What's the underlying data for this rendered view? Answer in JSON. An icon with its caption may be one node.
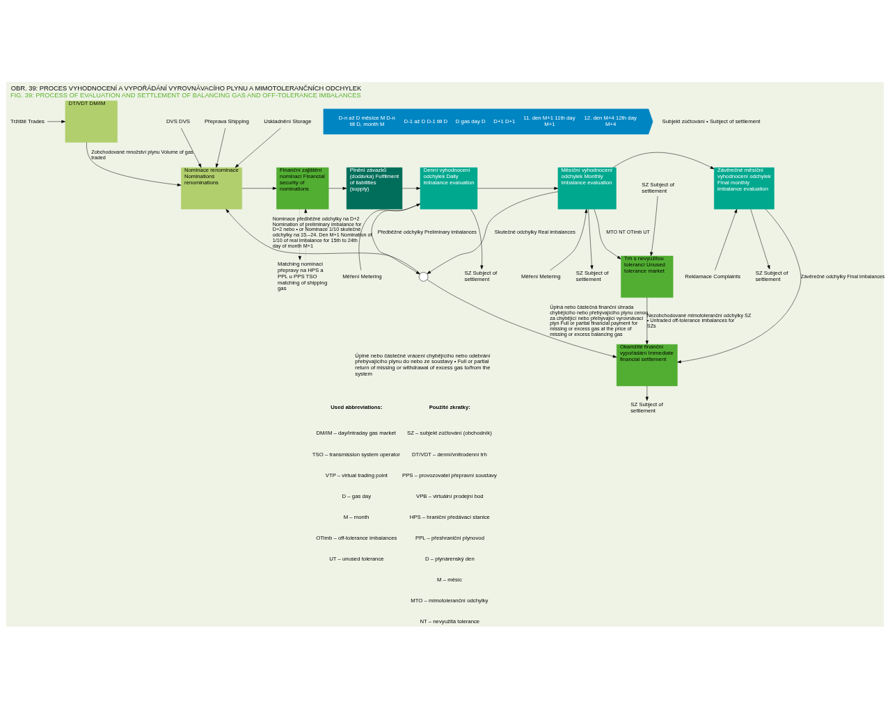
{
  "diagram": {
    "title": "OBR. 39: PROCES VYHODNOCENÍ A VYPOŘÁDÁNÍ VYROVNÁVACÍHO PLYNU A MIMOTOLERANČNÍCH ODCHYLEK",
    "caption": "FIG. 39: PROCESS OF EVALUATION AND SETTLEMENT OF BALANCING GAS AND OFF-TOLERANCE IMBALANCES",
    "nodes": [
      {
        "text": [
          "Tržiště Trades"
        ]
      },
      {
        "text": [
          "DT/VDT DM/IM"
        ]
      },
      {
        "text": [
          "Matching nominací přepravy na HPS a PPL u PPS TSO matching of shipping gas"
        ]
      },
      {
        "text": [
          "Měření Metering"
        ]
      },
      {
        "text": [
          "SZ Subject of settlement"
        ]
      },
      {
        "text": [
          "Měření Metering"
        ]
      },
      {
        "text": [
          "SZ Subject of settlement"
        ]
      },
      {
        "text": [
          "Reklamace Complaints"
        ]
      },
      {
        "text": [
          "SZ Subject of settlement"
        ]
      },
      {
        "text": [
          "D-n až D měsíce M D-n till D, month M",
          "D-1 až D D-1 till D",
          "D gas day D",
          "D+1 D+1",
          "11. den M+1 11th day M+1",
          "12. den M+4 12th day M+4"
        ]
      },
      {
        "text": [
          "DVS DVS"
        ]
      },
      {
        "text": [
          "Přeprava Shipping"
        ]
      },
      {
        "text": [
          "Uskladnění Storage"
        ]
      },
      {
        "text": [
          "Nominace renominace Nominations renominations"
        ]
      },
      {
        "text": [
          "Finanční zajištění nominací Financial security of nominations"
        ]
      },
      {
        "text": [
          "Plnění závazků (dodávka) Fulfilment of liabilities (supply)"
        ]
      },
      {
        "text": [
          "Denní vyhodnocení odchylek Daily imbalance evaluation"
        ]
      },
      {
        "text": [
          "Měsíční vyhodnocení odchylek Monthly imbalance evaluation"
        ]
      },
      {
        "text": [
          "Závěrečné měsíční vyhodnocení odchylek Final monthly imbalance evaluation"
        ]
      },
      {
        "text": [],
        "shape": "circle"
      },
      {
        "text": [
          "Trh s nevyužitou tolerancí Unused tolerance market"
        ]
      },
      {
        "text": [
          "SZ Subject of settlement"
        ]
      },
      {
        "text": [
          "Okamžité finanční vypořádání Immediate financial settlement"
        ]
      },
      {
        "text": [
          "SZ Subject of settlement"
        ]
      }
    ],
    "edges": [
      {
        "from": 0,
        "to": 1,
        "arrow": "to"
      },
      {
        "from": 1,
        "to": 13,
        "arrow": "to",
        "label": "Zobchodované množství plynu Volume of gas traded"
      },
      {
        "from": 14,
        "to": 2,
        "arrow": "to",
        "style": "dashed"
      },
      {
        "from": 2,
        "to": 14,
        "arrow": "to",
        "style": "dashed"
      },
      {
        "from": 3,
        "to": 16,
        "arrow": "to"
      },
      {
        "from": 16,
        "to": 4,
        "arrow": "to"
      },
      {
        "from": 5,
        "to": 17,
        "arrow": "to"
      },
      {
        "from": 17,
        "to": 6,
        "arrow": "to"
      },
      {
        "from": 7,
        "to": 18,
        "arrow": "to"
      },
      {
        "from": 18,
        "to": 8,
        "arrow": "to"
      },
      {
        "from": 10,
        "to": 13,
        "arrow": "to"
      },
      {
        "from": 11,
        "to": 13,
        "arrow": "to"
      },
      {
        "from": 12,
        "to": 13,
        "arrow": "to"
      },
      {
        "from": 13,
        "to": 14,
        "arrow": "to"
      },
      {
        "from": 14,
        "to": 15,
        "arrow": "to"
      },
      {
        "from": 15,
        "to": 16,
        "arrow": "to"
      },
      {
        "from": 16,
        "to": 17,
        "arrow": "to"
      },
      {
        "from": 17,
        "to": 18,
        "arrow": "to"
      },
      {
        "from": 16,
        "to": 19,
        "arrow": "to",
        "label": "Předběžné odchylky Preliminary imbalances"
      },
      {
        "from": 17,
        "to": 19,
        "arrow": "to",
        "label": "Skutečné odchylky Real imbalances"
      },
      {
        "from": 19,
        "to": 13,
        "arrow": "to",
        "label": "Nominace předběžné odchylky na D+2 Nomination of preliminary imbalance for D+2 nebo • or Nominace 1/10 skutečné odchylky na 15.–24. Den M+1 Nomination of 1/10 of real imbalance for 15th to 24th day of month M+1"
      },
      {
        "from": 17,
        "to": 20,
        "arrow": "to",
        "label": "MTO NT OTimb UT"
      },
      {
        "from": 21,
        "to": 20,
        "arrow": "to"
      },
      {
        "from": 20,
        "to": 22,
        "arrow": "to",
        "label": "Nezobchodované mimotoleranční odchylky SZ • Untraded off-tolerance imbalances for SZs"
      },
      {
        "from": 18,
        "to": 22,
        "arrow": "to",
        "label": "Závěrečné odchylky Final imbalances"
      },
      {
        "from": 19,
        "to": 22,
        "arrow": "to",
        "label": "Úplná nebo částečná finanční úhrada chybějícího nebo přebývajícího plynu cenou za chybějící nebo přebývající vyrovnávací plyn Full or partial financial payment for missing or excess gas at the price of missing or excess balancing gas"
      },
      {
        "from": 22,
        "to": 23,
        "arrow": "to"
      }
    ],
    "labels": [
      "Subjekt zúčtování • Subject of settlement",
      "Úplné nebo částečné vrácení chybějícího nebo odebrání přebývajícího plynu do nebo ze soustavy • Full or partial return of missing or withdrawal of excess gas to/from the system",
      "Použité zkratky:",
      "SZ – subjekt zúčtování (obchodník)",
      "DT/VDT – denní/vnitrodenní trh",
      "PPS – provozovatel přepravní soustavy",
      "VPB – virtuální prodejní bod",
      "HPS – hraniční předávací stanice",
      "PPL – přeshraniční plynovod",
      "D – plynárenský den",
      "M – měsíc",
      "MTO – mimotoleranční odchylky",
      "NT – nevyužitá tolerance",
      "Used abbreviations:",
      "DM/IM – day/intraday gas market",
      "TSO – transmission system operator",
      "VTP – virtual trading point",
      "D – gas day",
      "M – month",
      "OTimb – off-tolerance imbalances",
      "UT – unused tolerance"
    ]
  }
}
